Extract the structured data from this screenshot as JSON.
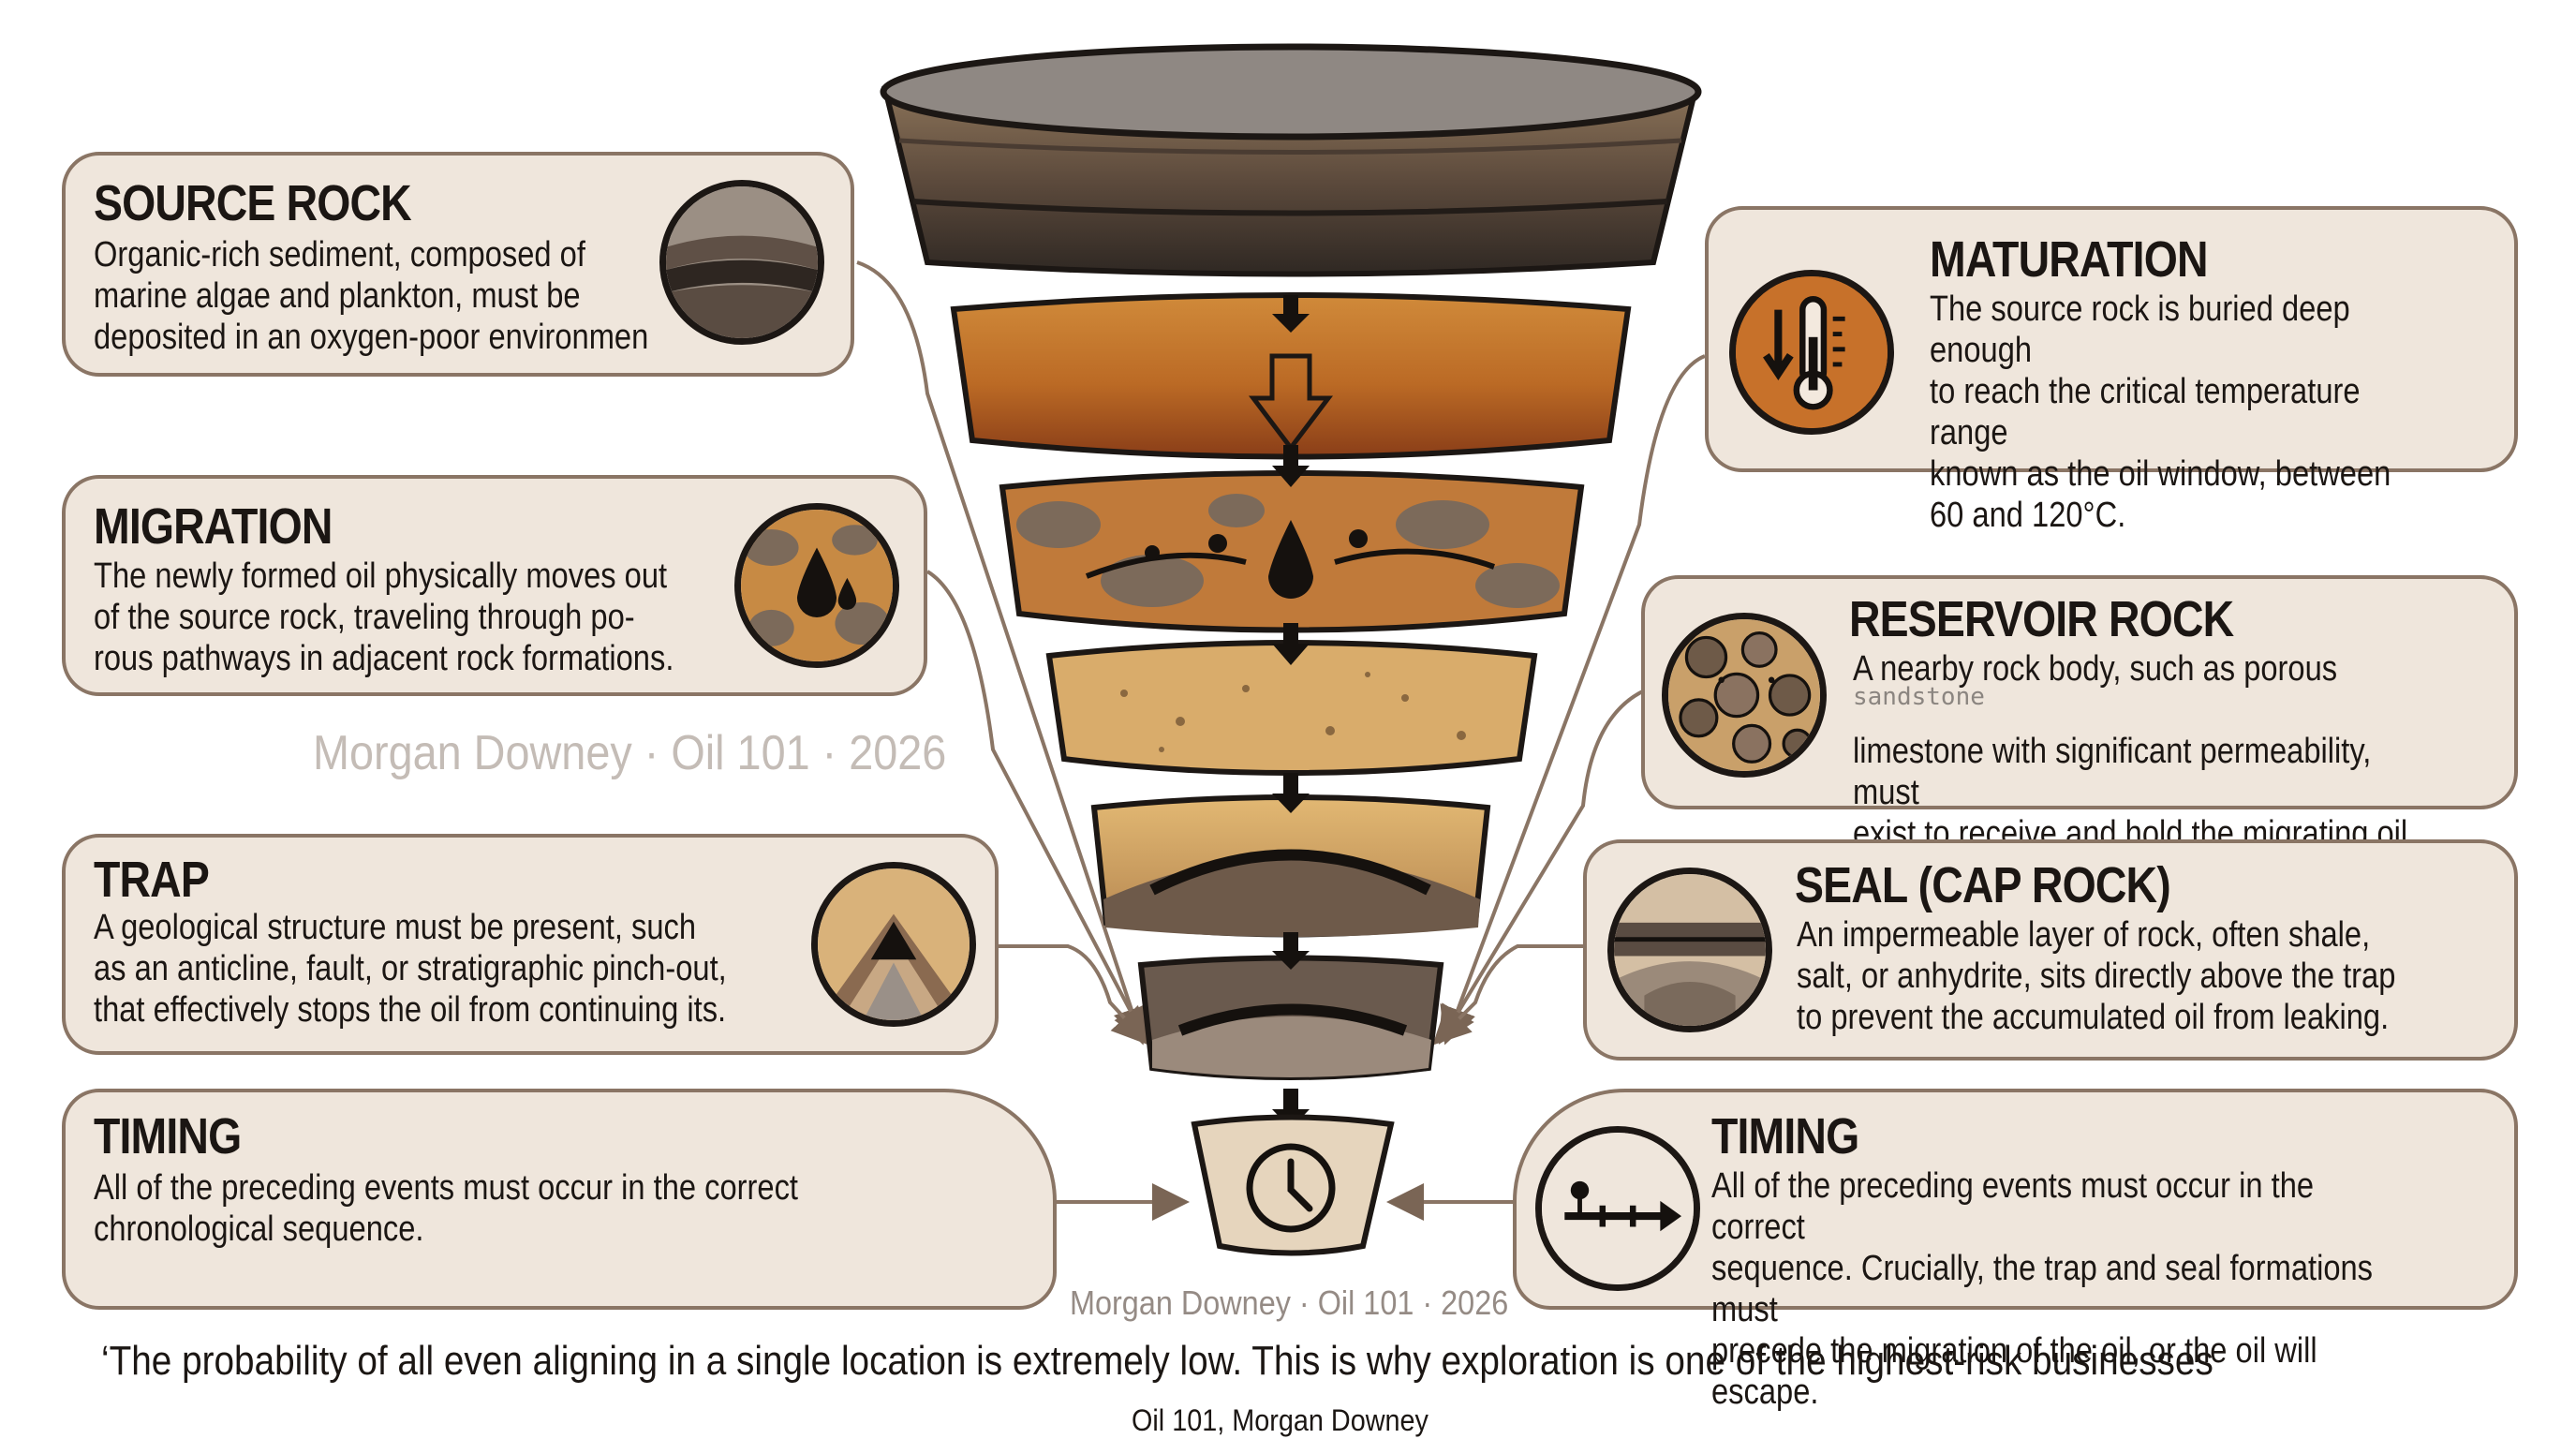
{
  "cards": {
    "source_rock": {
      "title": "SOURCE ROCK",
      "body": "Organic-rich sediment, composed of\nmarine algae and plankton, must be\ndeposited in an oxygen-poor environmen",
      "icon": "sediment-layers-icon"
    },
    "migration": {
      "title": "MIGRATION",
      "body": "The newly formed oil physically moves out\nof the source rock, traveling through po-\nrous pathways in adjacent rock formations.",
      "icon": "oil-droplets-icon"
    },
    "trap": {
      "title": "TRAP",
      "body": "A geological structure must be present, such\nas an anticline, fault, or stratigraphic pinch-out,\nthat effectively stops the oil from continuing its.",
      "icon": "anticline-icon"
    },
    "timing_left": {
      "title": "TIMING",
      "body": "All of the preceding events must occur in the correct\nchronological sequence."
    },
    "maturation": {
      "title": "MATURATION",
      "body": "The source rock is buried deep enough\nto reach the critical temperature range\nknown as the oil window, between\n60 and 120°C.",
      "icon": "thermometer-icon"
    },
    "reservoir_rock": {
      "title": "RESERVOIR ROCK",
      "body": "A nearby rock body, such as porous\n\nlimestone with significant permeability, must\nexist to receive and hold the migrating oil.",
      "overlay_label": "sandstone",
      "icon": "porous-rock-icon"
    },
    "seal": {
      "title": "SEAL (CAP ROCK)",
      "body": "An impermeable layer of rock, often shale,\nsalt, or anhydrite, sits directly above the trap\nto prevent the accumulated oil from leaking.",
      "icon": "cap-rock-icon"
    },
    "timing_right": {
      "title": "TIMING",
      "body": "All of the preceding events must occur in the correct\nsequence. Crucially, the trap and seal formations must\nprecede the migration of the oil, or the oil will escape.",
      "icon": "timeline-icon"
    }
  },
  "watermark": "Morgan Downey · Oil 101 · 2026",
  "watermark_small": "Morgan Downey · Oil 101 · 2026",
  "quote": "‘The probability of all   even aligning in a single location is extremely low. This is why exploration is one of the highest-risk businesses",
  "citation": "Oil 101, Morgan Downey",
  "colors": {
    "card_fill": "#efe6dc",
    "card_border": "#8a7565",
    "maturation_orange": "#c7712a",
    "oil_black": "#15110e"
  }
}
